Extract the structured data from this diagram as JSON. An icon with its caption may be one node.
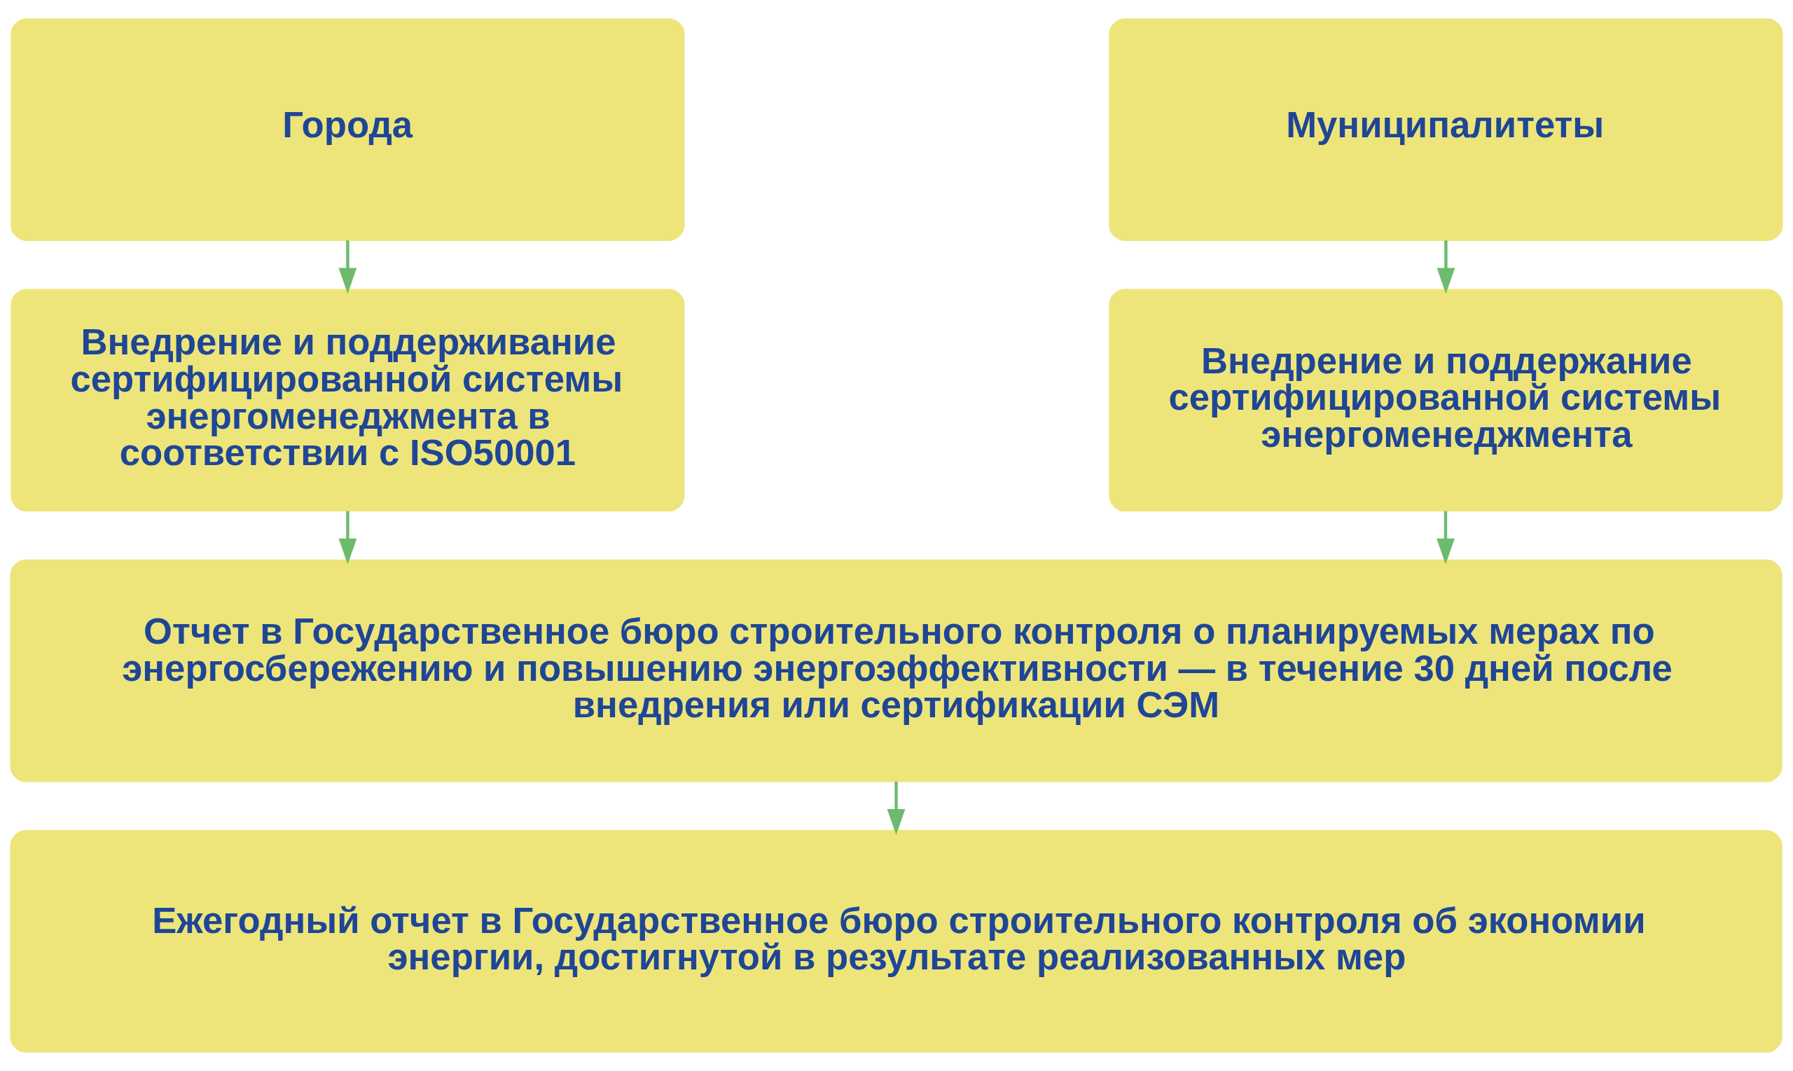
{
  "diagram": {
    "nodes": [
      {
        "text": [
          "Города"
        ]
      },
      {
        "text": [
          "Муниципалитеты"
        ]
      },
      {
        "text": [
          "Внедрение и поддерживание сертифицированной системы энергоменеджмента в соответствии с ISO50001"
        ]
      },
      {
        "text": [
          "Внедрение и поддержание сертифицированной системы энергоменеджмента"
        ]
      },
      {
        "text": [
          "Отчет в Государственное бюро строительного контроля о планируемых мерах по энергосбережению и повышению энергоэффективности — в течение 30 дней после внедрения или сертификации СЭМ"
        ]
      },
      {
        "text": [
          "Ежегодный отчет в Государственное бюро строительного контроля об экономии энергии, достигнутой в результате реализованных мер"
        ]
      }
    ],
    "edges": [
      {
        "from": 0,
        "to": 2,
        "arrow": "to"
      },
      {
        "from": 1,
        "to": 3,
        "arrow": "to"
      },
      {
        "from": 2,
        "to": 4,
        "arrow": "to"
      },
      {
        "from": 3,
        "to": 4,
        "arrow": "to"
      },
      {
        "from": 4,
        "to": 5,
        "arrow": "to"
      }
    ]
  }
}
